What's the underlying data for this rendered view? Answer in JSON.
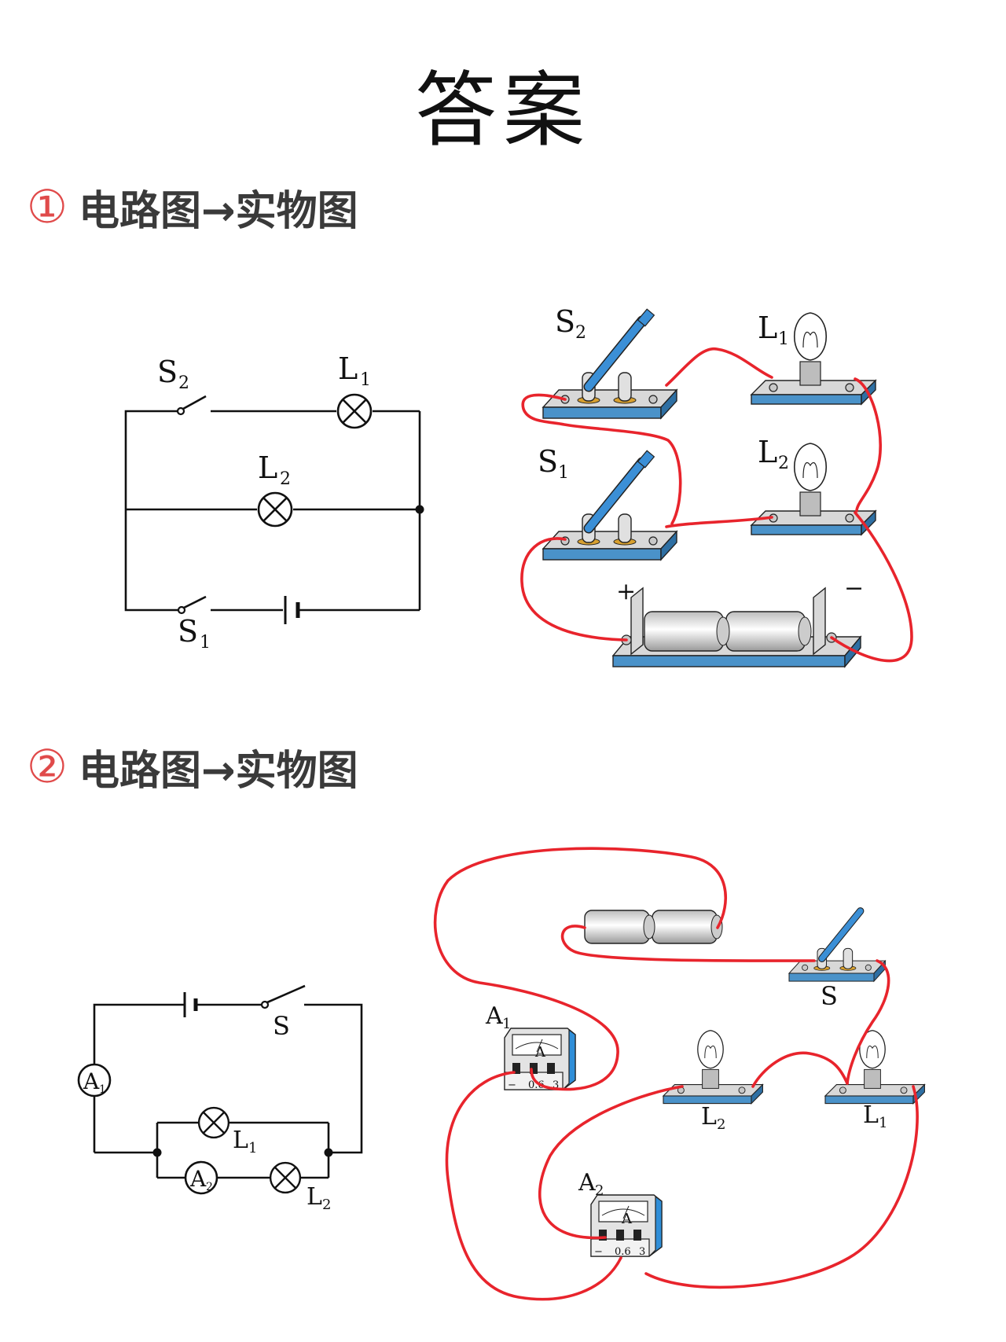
{
  "title": "答案",
  "sections": [
    {
      "number": "①",
      "heading": "电路图→实物图",
      "schematic": {
        "labels": [
          "S",
          "2",
          "L",
          "1",
          "L",
          "2",
          "S",
          "1"
        ]
      },
      "physical": {
        "labels": [
          "S",
          "2",
          "L",
          "1",
          "S",
          "1",
          "L",
          "2"
        ],
        "battery_plus": "+",
        "battery_minus": "−"
      }
    },
    {
      "number": "②",
      "heading": "电路图→实物图",
      "schematic": {
        "switch_label": "S",
        "meter1": "A",
        "meter1_sub": "1",
        "meter2": "A",
        "meter2_sub": "2",
        "lamp1": "L",
        "lamp1_sub": "1",
        "lamp2": "L",
        "lamp2_sub": "2"
      },
      "physical": {
        "switch_label": "S",
        "meter1_label": "A",
        "meter1_sub": "1",
        "meter2_label": "A",
        "meter2_sub": "2",
        "lamp2_label": "L",
        "lamp2_sub": "2",
        "lamp1_label": "L",
        "lamp1_sub": "1",
        "meter_face": "A",
        "terminal_minus": "−",
        "terminal_06": "0.6",
        "terminal_3": "3"
      }
    }
  ],
  "colors": {
    "wire_red": "#e8242c",
    "heading_number": "#e04a4a",
    "component_blue": "#2f8ed8"
  }
}
